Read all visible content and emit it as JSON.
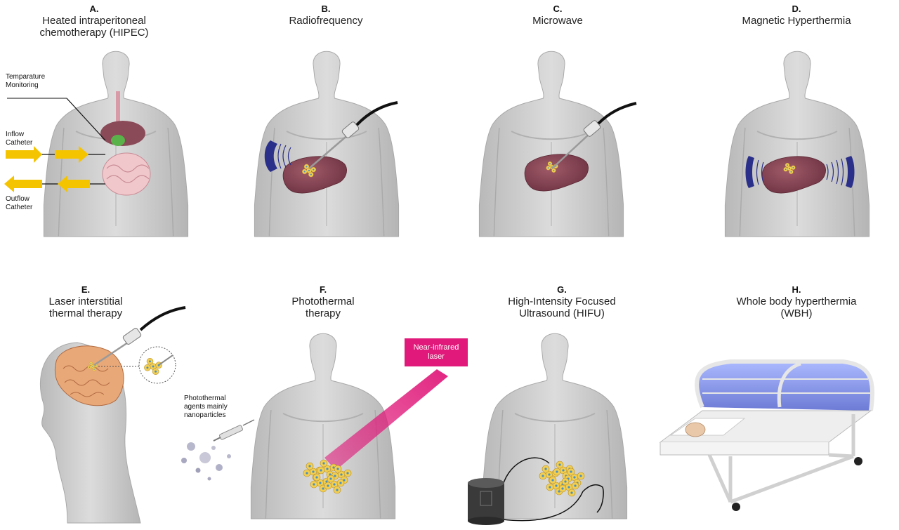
{
  "panels": [
    {
      "letter": "A.",
      "title": "Heated intraperitoneal chemotherapy (HIPEC)"
    },
    {
      "letter": "B.",
      "title": "Radiofrequency"
    },
    {
      "letter": "C.",
      "title": "Microwave"
    },
    {
      "letter": "D.",
      "title": "Magnetic Hyperthermia"
    },
    {
      "letter": "E.",
      "title": "Laser interstitial thermal therapy"
    },
    {
      "letter": "F.",
      "title": "Photothermal therapy"
    },
    {
      "letter": "G.",
      "title": "High-Intensity Focused Ultrasound (HIFU)"
    },
    {
      "letter": "H.",
      "title": "Whole body hyperthermia (WBH)"
    }
  ],
  "labels": {
    "temperature": "Temparature Monitoring",
    "inflow": "Inflow Catheter",
    "outflow": "Outflow Catheter",
    "agents": "Photothermal agents mainly nanoparticles",
    "laser": "Near-infrared laser"
  },
  "colors": {
    "body": "#c8c8c8",
    "liver": "#8a4a58",
    "arrow": "#f5c400",
    "applicator": "#2a2f8a",
    "laser": "#e0197a",
    "capsule": "#5a6ee0"
  }
}
